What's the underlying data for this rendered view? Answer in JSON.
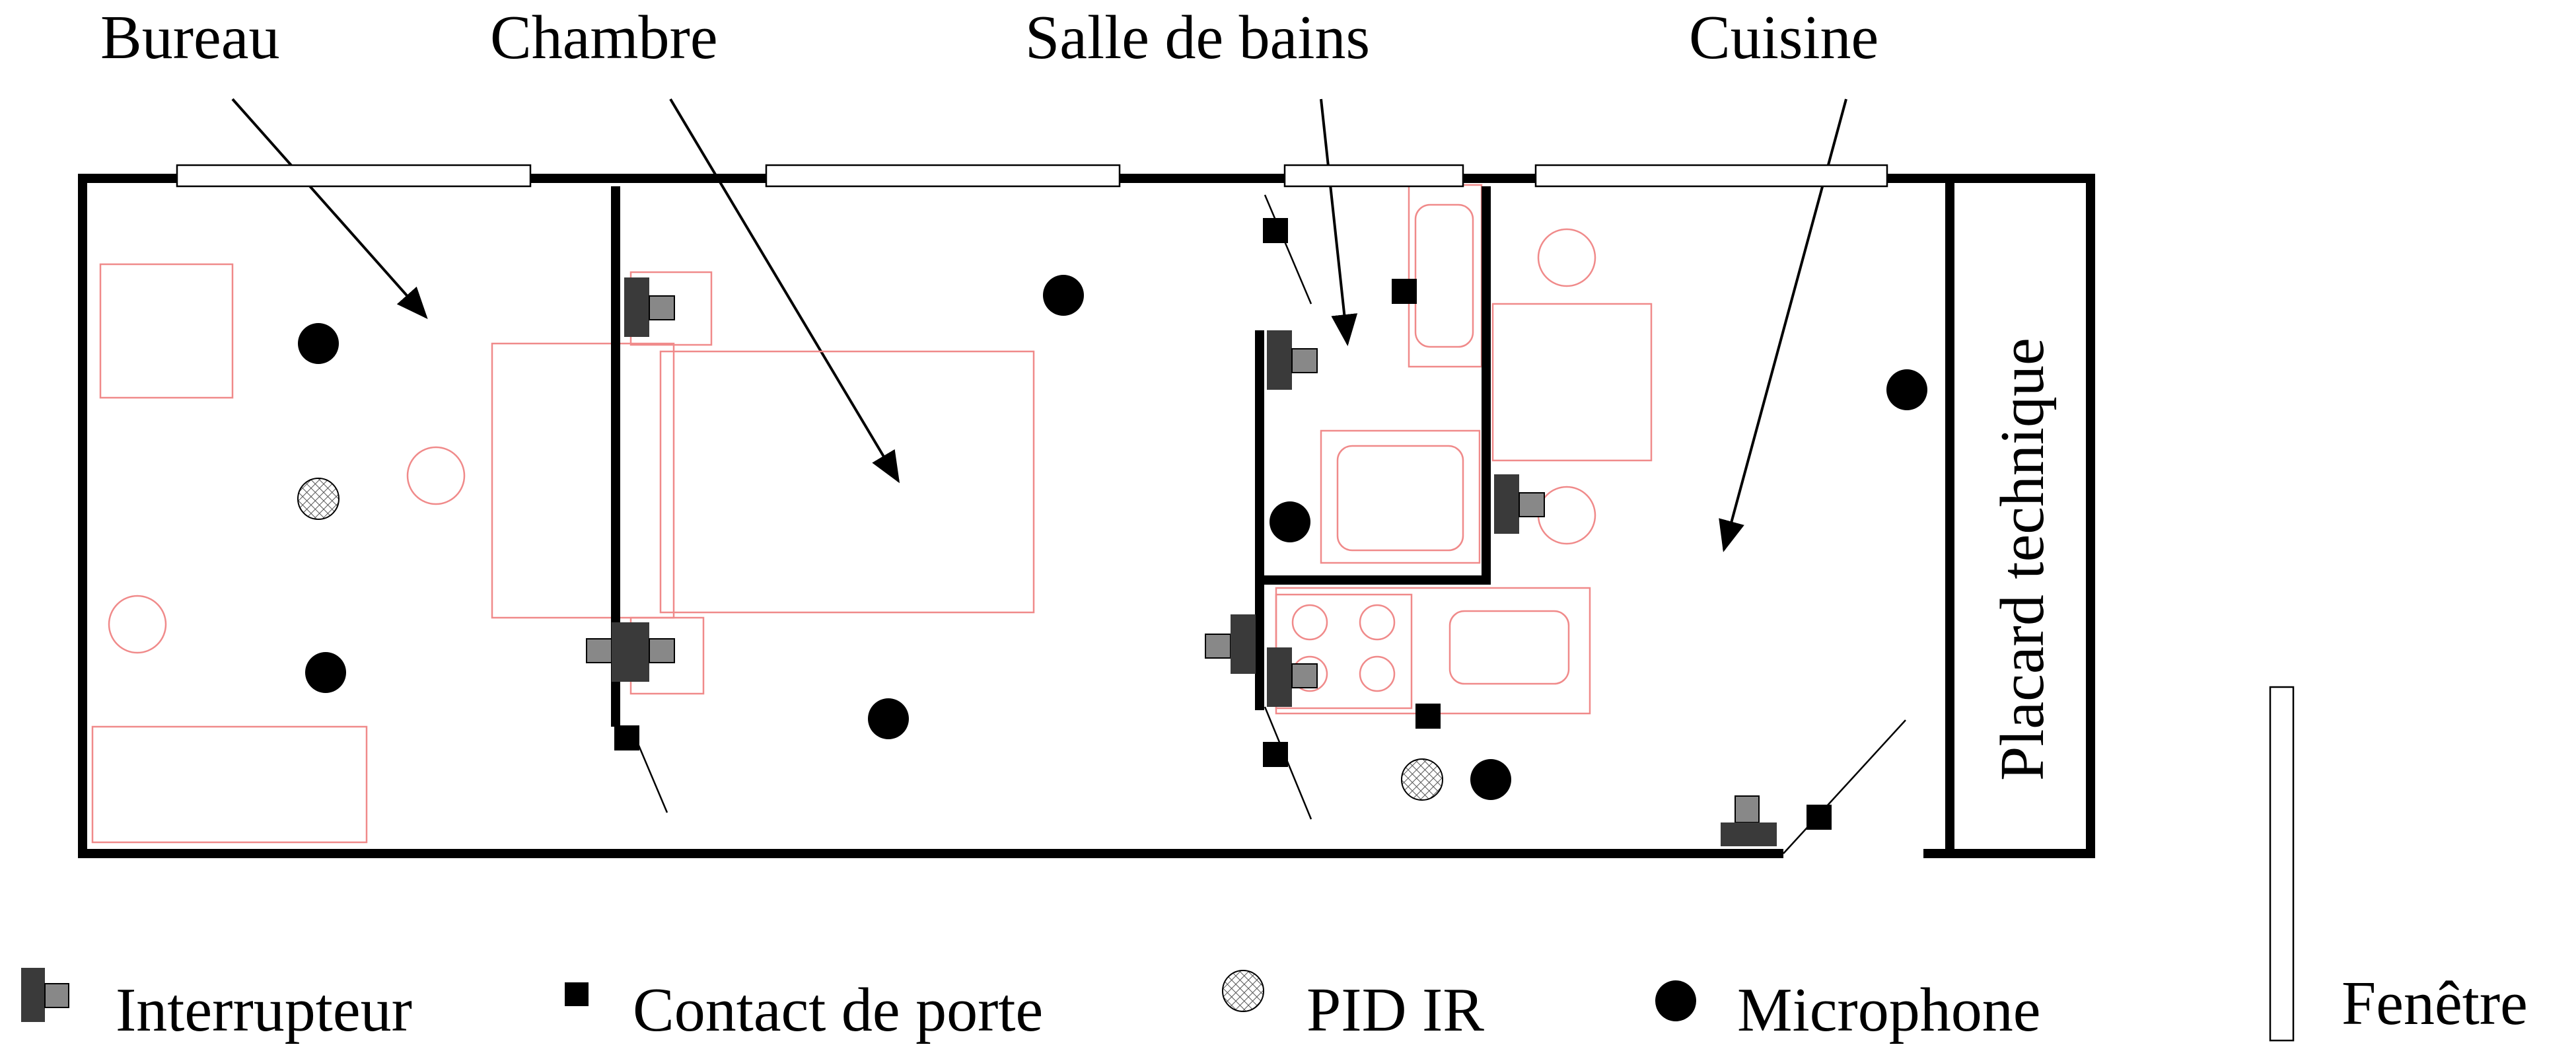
{
  "rooms": {
    "bureau": "Bureau",
    "chambre": "Chambre",
    "salle_de_bains": "Salle de bains",
    "cuisine": "Cuisine",
    "placard": "Placard technique"
  },
  "legend": {
    "interrupteur": "Interrupteur",
    "contact_porte": "Contact de porte",
    "pid_ir": "PID IR",
    "microphone": "Microphone",
    "fenetre": "Fenêtre"
  },
  "colors": {
    "walls": "#000000",
    "furniture": "#f08a8a",
    "switch_dark": "#3a3a3a",
    "switch_light": "#888888"
  }
}
